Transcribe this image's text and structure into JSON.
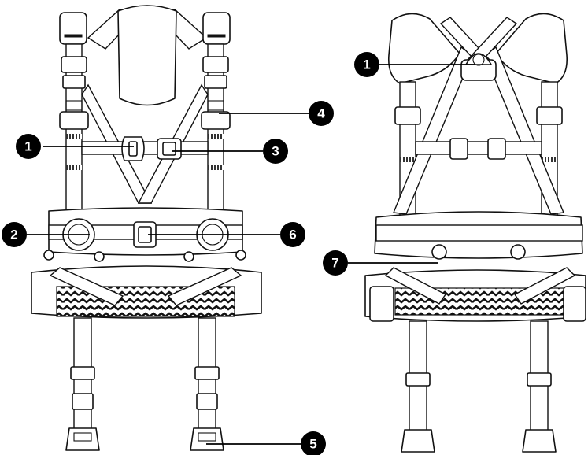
{
  "views": [
    {
      "name": "front"
    },
    {
      "name": "back"
    }
  ],
  "callouts": [
    {
      "label": "1"
    },
    {
      "label": "2"
    },
    {
      "label": "3"
    },
    {
      "label": "4"
    },
    {
      "label": "5"
    },
    {
      "label": "6"
    },
    {
      "label": "1"
    },
    {
      "label": "7"
    }
  ]
}
